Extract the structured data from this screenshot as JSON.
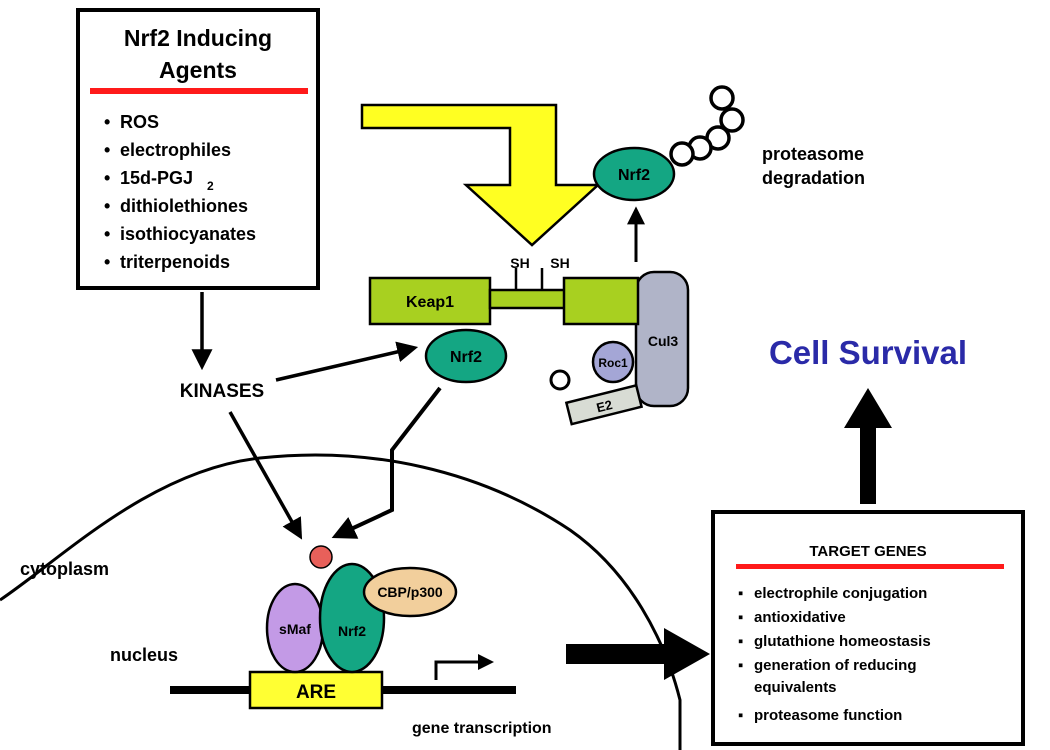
{
  "inducers_box": {
    "title_line1": "Nrf2 Inducing",
    "title_line2": "Agents",
    "items": [
      "ROS",
      "electrophiles",
      "15d-PGJ",
      "dithiolethiones",
      "isothiocyanates",
      "triterpenoids"
    ],
    "item3_subscript": "2"
  },
  "kinases": "KINASES",
  "complex": {
    "keap1": "Keap1",
    "sh1": "SH",
    "sh2": "SH",
    "nrf2": "Nrf2",
    "cul3": "Cul3",
    "roc1": "Roc1",
    "e2": "E2"
  },
  "degradation": {
    "nrf2": "Nrf2",
    "label_line1": "proteasome",
    "label_line2": "degradation"
  },
  "cell_survival": "Cell Survival",
  "compartments": {
    "cytoplasm": "cytoplasm",
    "nucleus": "nucleus"
  },
  "nucleus_complex": {
    "smaf": "sMaf",
    "nrf2": "Nrf2",
    "cbp": "CBP/p300",
    "are": "ARE",
    "transcription": "gene transcription"
  },
  "target_box": {
    "title": "TARGET GENES",
    "items": [
      "electrophile conjugation",
      "antioxidative",
      "glutathione homeostasis",
      "generation of reducing",
      "proteasome function"
    ],
    "item4_line2": "equivalents"
  },
  "colors": {
    "nrf2": "#14a683",
    "keap1": "#a8d020",
    "cul3": "#b0b4c8",
    "roc1": "#a4a6d6",
    "smaf": "#c39ae6",
    "cbp": "#f2cf9c",
    "are": "#ffff33",
    "red_rule": "#ff1a1a",
    "cell_survival": "#2a2aa8",
    "yellow_arrow": "#ffff22"
  }
}
